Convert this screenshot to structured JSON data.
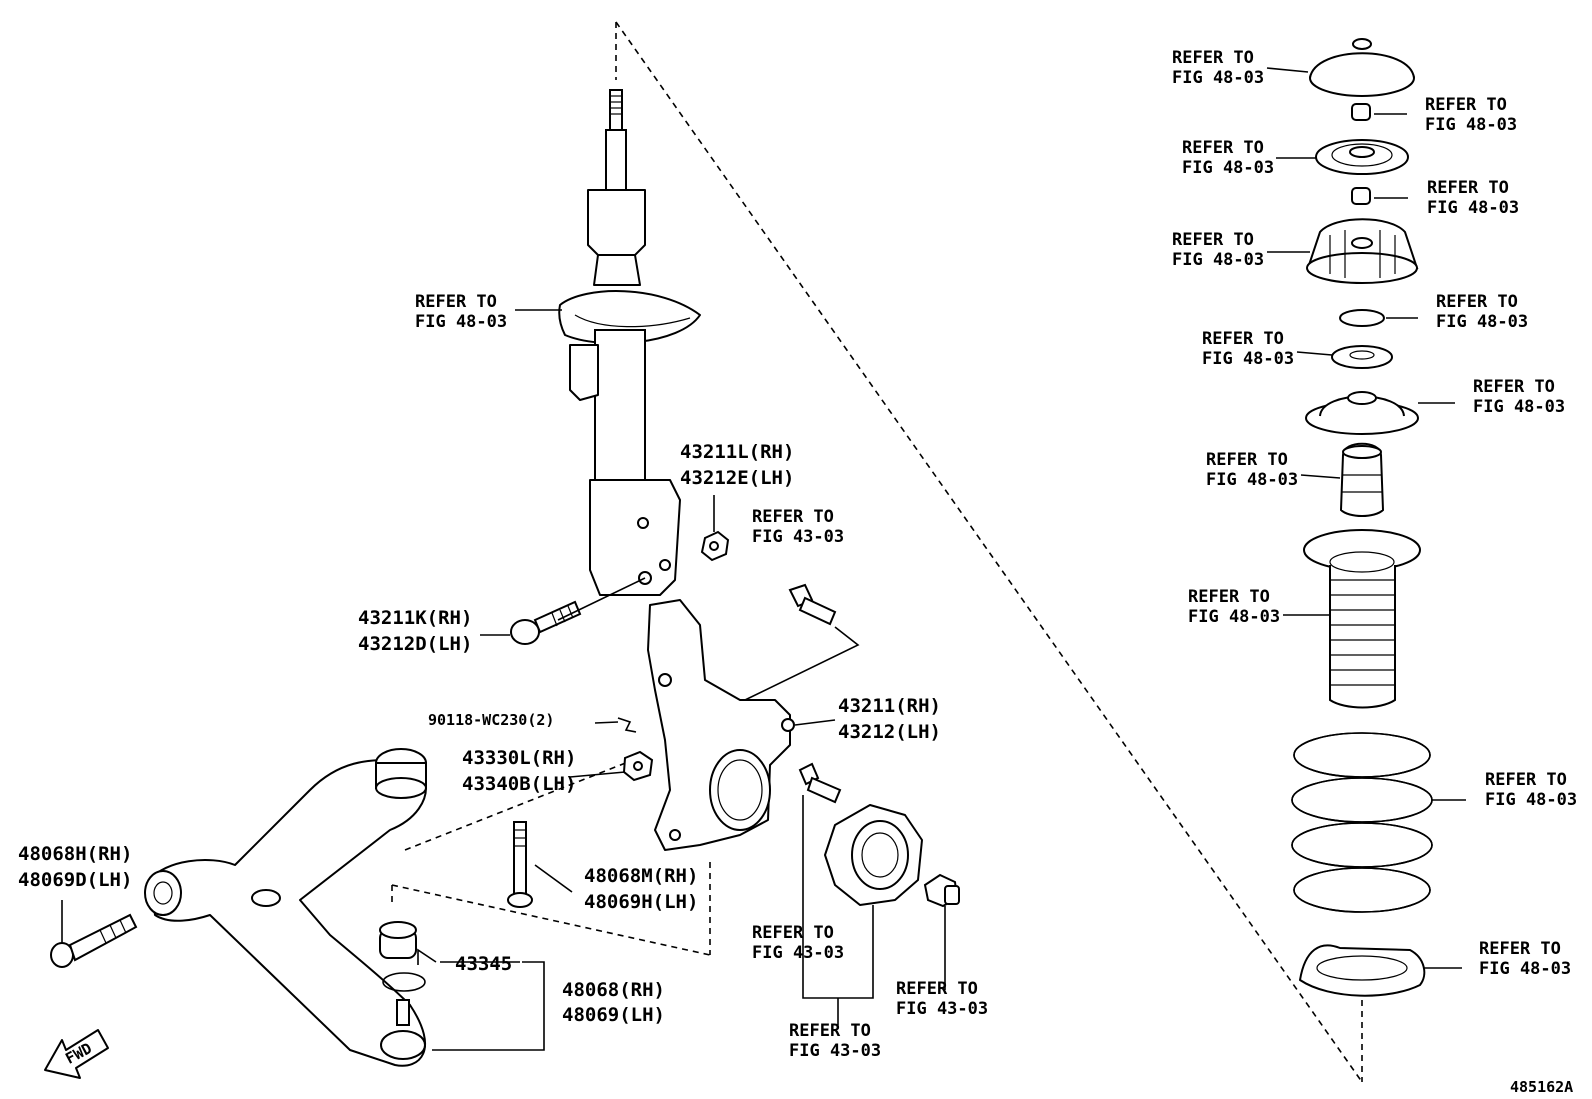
{
  "diagram_code": "485162A",
  "fwd_label": "FWD",
  "refer_48": [
    "REFER TO",
    "FIG 48-03"
  ],
  "refer_43": [
    "REFER TO",
    "FIG 43-03"
  ],
  "parts": {
    "nut_43211L": [
      "43211L(RH)",
      "43212E(LH)"
    ],
    "bolt_43211K": [
      "43211K(RH)",
      "43212D(LH)"
    ],
    "clip": "90118-WC230(2)",
    "knuckle": [
      "43211(RH)",
      "43212(LH)"
    ],
    "nut_43330L": [
      "43330L(RH)",
      "43340B(LH)"
    ],
    "bolt_48068H": [
      "48068H(RH)",
      "48069D(LH)"
    ],
    "bolt_48068M": [
      "48068M(RH)",
      "48069H(LH)"
    ],
    "boot_43345": "43345",
    "arm_48068": [
      "48068(RH)",
      "48069(LH)"
    ]
  }
}
